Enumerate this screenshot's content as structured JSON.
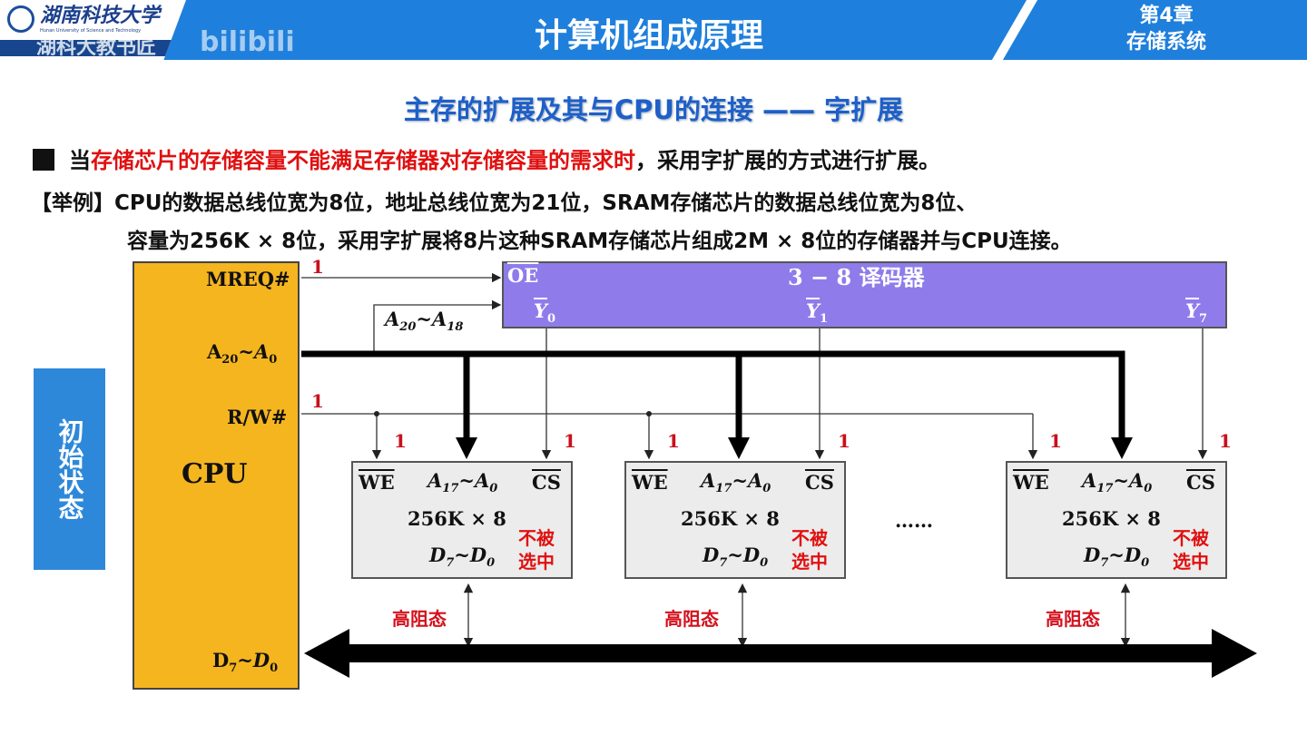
{
  "header": {
    "logo_cn": "湖南科技大学",
    "logo_en": "Hunan University of Science and Technology",
    "watermark": "湖科大教书匠",
    "watermark2": "bilibili",
    "title": "计算机组成原理",
    "chapter": "第4章",
    "chapter_name": "存储系统"
  },
  "subtitle": "主存的扩展及其与CPU的连接 —— 字扩展",
  "bullet": {
    "pre": "当",
    "red": "存储芯片的存储容量不能满足存储器对存储容量的需求时",
    "post": "，采用字扩展的方式进行扩展。"
  },
  "example": {
    "line1": "【举例】CPU的数据总线位宽为8位，地址总线位宽为21位，SRAM存储芯片的数据总线位宽为8位、",
    "line2": "容量为256K × 8位，采用字扩展将8片这种SRAM存储芯片组成2M × 8位的存储器并与CPU连接。"
  },
  "side_label": "初始状态",
  "cpu": {
    "label": "CPU",
    "mreq": "MREQ#",
    "addr": "A",
    "addr_sub1": "20",
    "addr_sep": "~",
    "addr_sub0": "0",
    "rw": "R/W#",
    "data": "D",
    "data_sub1": "7",
    "data_sub0": "0"
  },
  "decoder": {
    "title": "3 − 8 译码器",
    "oe": "OE",
    "y0": "Y",
    "s0": "0",
    "y1": "Y",
    "s1": "1",
    "y7": "Y",
    "s7": "7",
    "in": "A",
    "in_s1": "20",
    "in_s0": "18"
  },
  "signal_one": "1",
  "chips": [
    {
      "we": "WE",
      "addr": "A",
      "as1": "17",
      "as0": "0",
      "cs": "CS",
      "cap": "256K × 8",
      "data": "D",
      "ds1": "7",
      "ds0": "0",
      "status": "不被选中",
      "bus": "高阻态"
    },
    {
      "we": "WE",
      "addr": "A",
      "as1": "17",
      "as0": "0",
      "cs": "CS",
      "cap": "256K × 8",
      "data": "D",
      "ds1": "7",
      "ds0": "0",
      "status": "不被选中",
      "bus": "高阻态"
    },
    {
      "we": "WE",
      "addr": "A",
      "as1": "17",
      "as0": "0",
      "cs": "CS",
      "cap": "256K × 8",
      "data": "D",
      "ds1": "7",
      "ds0": "0",
      "status": "不被选中",
      "bus": "高阻态"
    }
  ],
  "ellipsis": "……"
}
